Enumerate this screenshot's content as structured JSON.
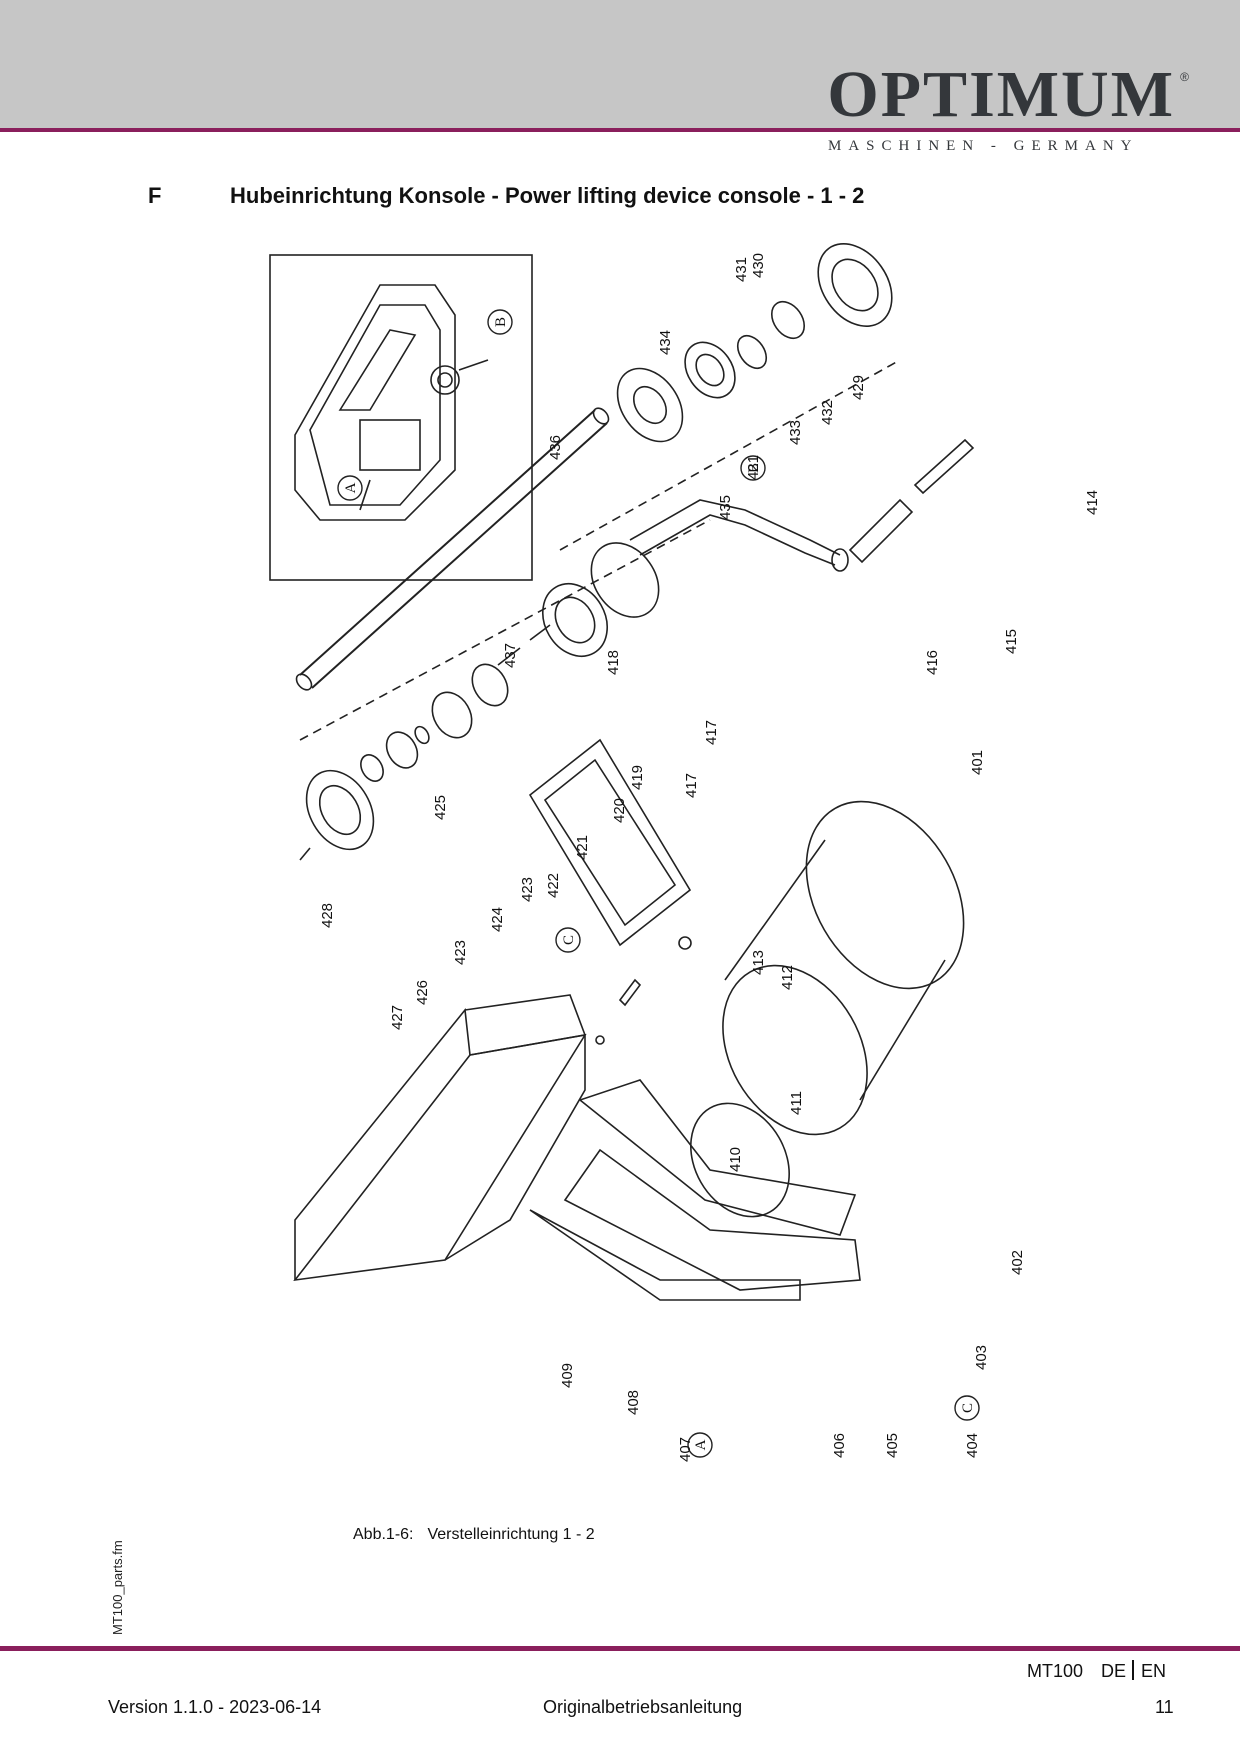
{
  "header": {
    "brand": "OPTIMUM",
    "registered": "®",
    "tagline": "MASCHINEN - GERMANY",
    "brand_color": "#34373b",
    "accent_color": "#8a1f5c"
  },
  "section": {
    "letter": "F",
    "title": "Hubeinrichtung Konsole - Power lifting device console - 1 - 2"
  },
  "diagram": {
    "detail_labels": [
      "A",
      "B",
      "C"
    ],
    "part_labels": [
      "401",
      "402",
      "403",
      "404",
      "405",
      "406",
      "407",
      "408",
      "409",
      "410",
      "411",
      "412",
      "413",
      "414",
      "415",
      "416",
      "417",
      "418",
      "419",
      "420",
      "421",
      "422",
      "423",
      "424",
      "425",
      "426",
      "427",
      "428",
      "429",
      "430",
      "431",
      "432",
      "433",
      "434",
      "435",
      "436",
      "437"
    ]
  },
  "caption": {
    "prefix": "Abb.1-6:",
    "text": "Verstelleinrichtung 1 - 2"
  },
  "side_filename": "MT100_parts.fm",
  "footer": {
    "model": "MT100",
    "lang_de": "DE",
    "lang_en": "EN",
    "version": "Version 1.1.0 - 2023-06-14",
    "doc_type": "Originalbetriebsanleitung",
    "page": "11"
  }
}
